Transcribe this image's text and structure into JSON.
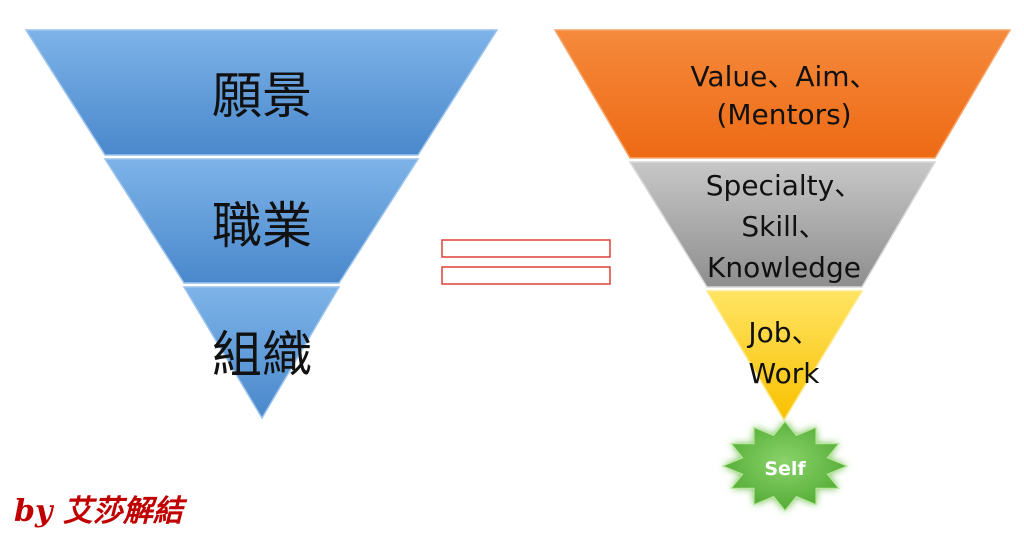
{
  "left_pyramid": {
    "levels": [
      "願景",
      "職業",
      "組織"
    ]
  },
  "right_pyramid": {
    "levels": [
      {
        "lines": [
          "Value、Aim、",
          "(Mentors)"
        ]
      },
      {
        "lines": [
          "Specialty、",
          "Skill、",
          "Knowledge"
        ]
      },
      {
        "lines": [
          "Job、",
          "Work"
        ]
      }
    ],
    "base_label": "Self"
  },
  "equals_sign": "=",
  "signature": "by 艾莎解結",
  "colors": {
    "left_fill": "#5B9BD5",
    "right_top": "#F07A2A",
    "right_mid": "#A8A8A8",
    "right_bottom": "#FFD21E",
    "self_star": "#6CC04A",
    "equals_stroke": "#E0403A",
    "signature": "#C00000"
  }
}
